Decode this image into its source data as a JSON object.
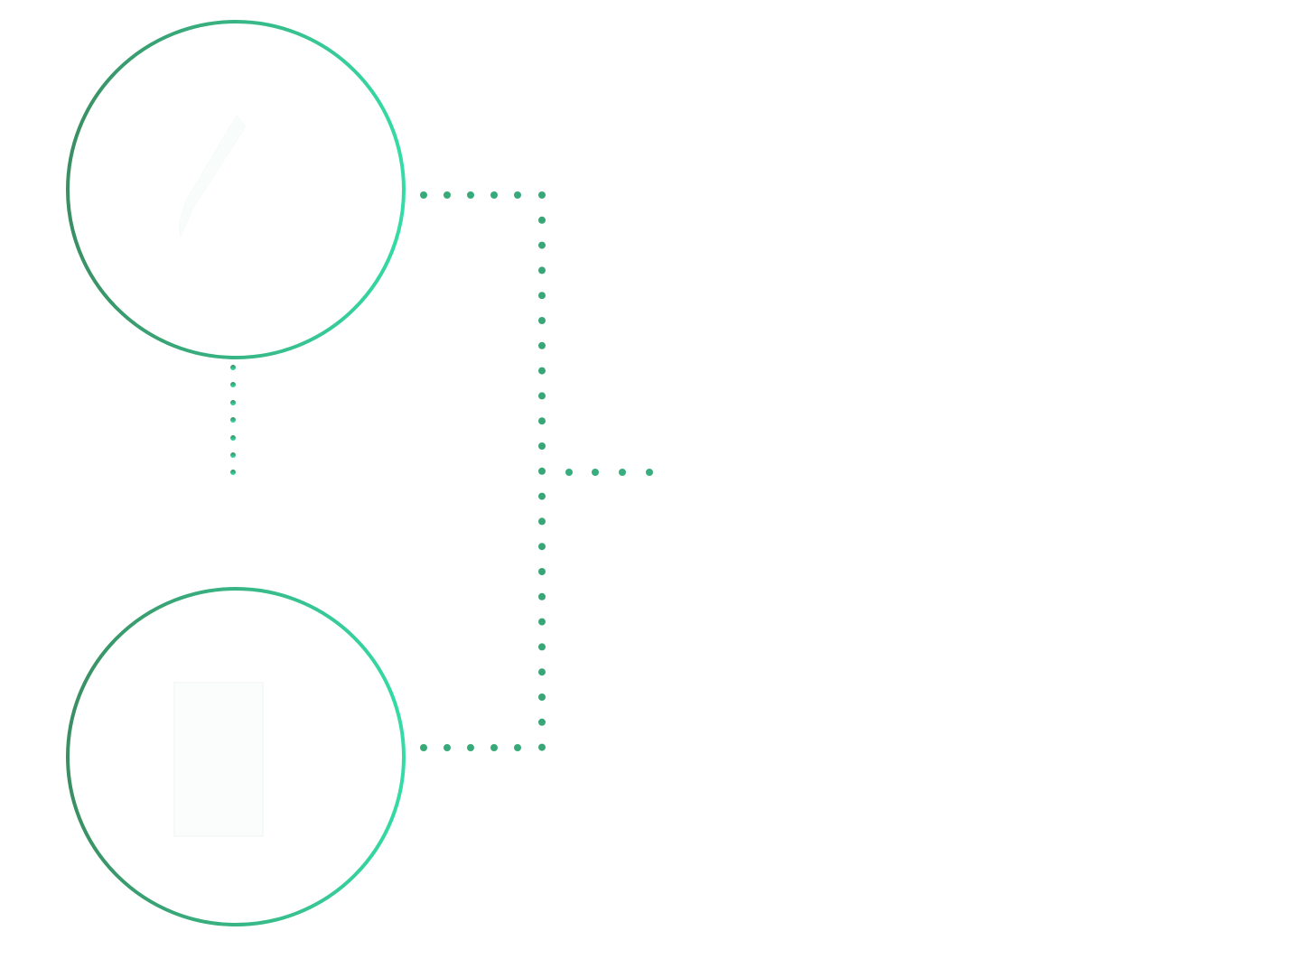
{
  "colors": {
    "gradient_dark": "#3a8f63",
    "gradient_light": "#35dba6",
    "faint_glyph": "#f5fbf8",
    "background": "#ffffff"
  },
  "nodes": [
    {
      "id": "top-node",
      "icon": "edit-pen-icon"
    },
    {
      "id": "bottom-node",
      "icon": "document-icon"
    }
  ],
  "connectors": {
    "style": "dotted",
    "target": "faint-label"
  },
  "label": {
    "title": "",
    "subtitle": ""
  }
}
